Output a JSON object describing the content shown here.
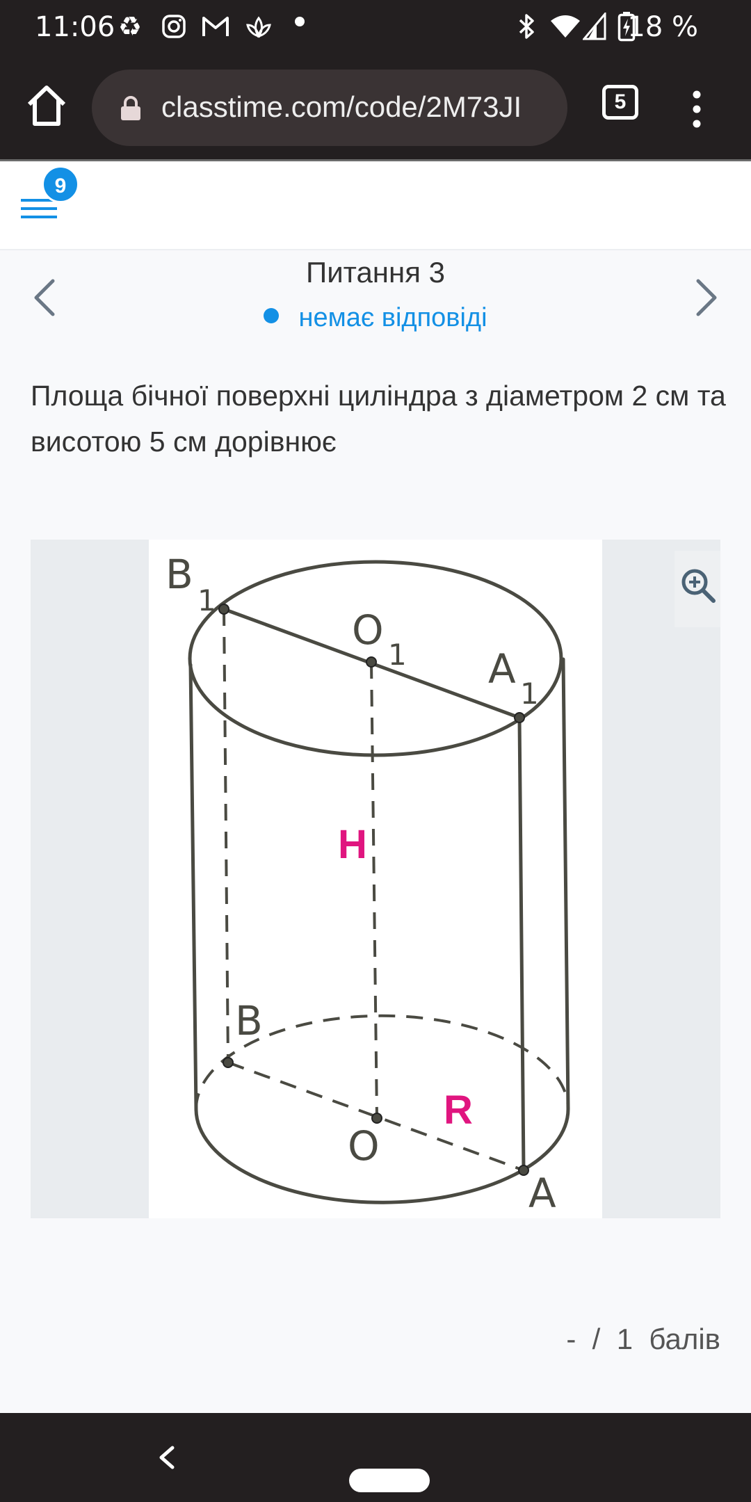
{
  "status_bar": {
    "time": "11:06",
    "battery": "18 %",
    "icons": [
      "recycle-icon",
      "instagram-icon",
      "gmail-icon",
      "lotus-icon",
      "dot-icon",
      "bluetooth-icon",
      "wifi-icon",
      "signal-icon",
      "battery-charging-icon"
    ]
  },
  "browser": {
    "url": "classtime.com/code/2M73JI",
    "tab_count": "5"
  },
  "app_header": {
    "notification_count": "9"
  },
  "question": {
    "title": "Питання 3",
    "status": "немає відповіді",
    "text": "Площа бічної поверхні циліндра з діаметром 2 см та висотою 5 см дорівнює"
  },
  "figure": {
    "labels": {
      "B1_letter": "B",
      "B1_sub": "1",
      "O1_letter": "O",
      "O1_sub": "1",
      "A1_letter": "A",
      "A1_sub": "1",
      "H": "H",
      "B": "B",
      "O": "O",
      "R": "R",
      "A": "A"
    }
  },
  "score": {
    "text": "-  /  1  балів"
  },
  "colors": {
    "accent": "#1390e5",
    "label_magenta": "#e0157f",
    "bar_dark": "#231f20"
  }
}
